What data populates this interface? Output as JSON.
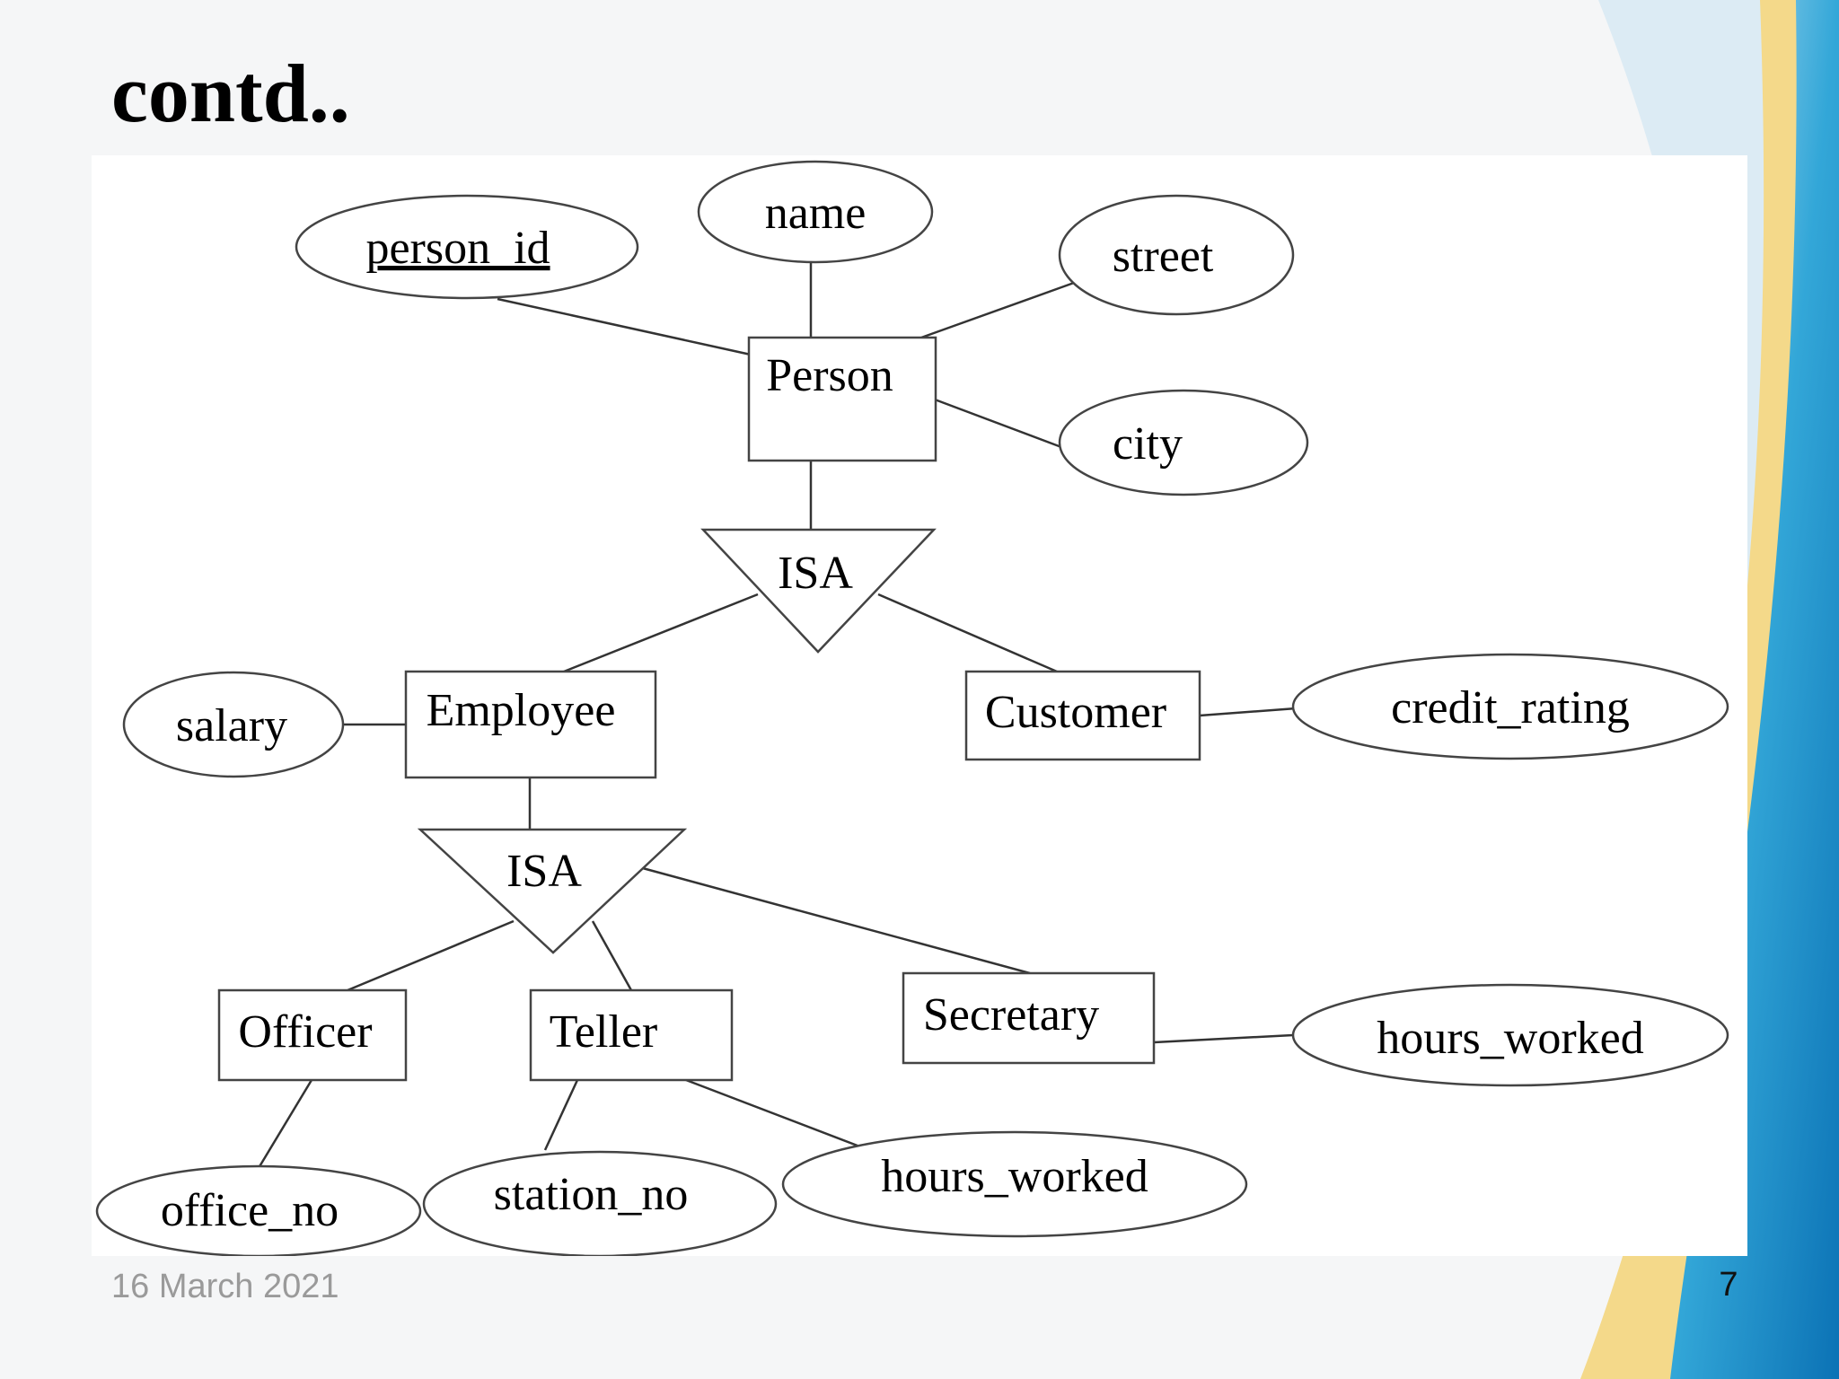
{
  "slide": {
    "title": "contd..",
    "date": "16 March 2021",
    "page_number": "7"
  },
  "diagram": {
    "entities": {
      "person": "Person",
      "employee": "Employee",
      "customer": "Customer",
      "officer": "Officer",
      "teller": "Teller",
      "secretary": "Secretary"
    },
    "attributes": {
      "person_id": "person_id",
      "name": "name",
      "street": "street",
      "city": "city",
      "salary": "salary",
      "credit_rating": "credit_rating",
      "office_no": "office_no",
      "station_no": "station_no",
      "teller_hours_worked": "hours_worked",
      "secretary_hours_worked": "hours_worked"
    },
    "relationships": {
      "isa_top": "ISA",
      "isa_bottom": "ISA"
    }
  }
}
